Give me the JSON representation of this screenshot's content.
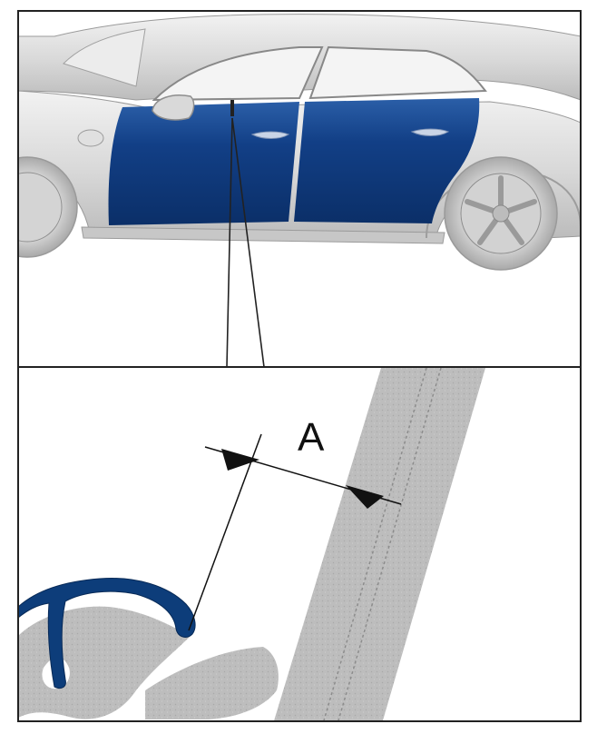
{
  "figure": {
    "dimension_label": "A",
    "colors": {
      "door_panel": "#0f3f86",
      "seal": "#0d3d7a",
      "body_gray": "#d6d6d6",
      "strip_gray": "#b9b9b9",
      "frame": "#222222"
    },
    "icons": [
      "car-side-view",
      "dimension-arrow-left",
      "dimension-arrow-right"
    ]
  }
}
